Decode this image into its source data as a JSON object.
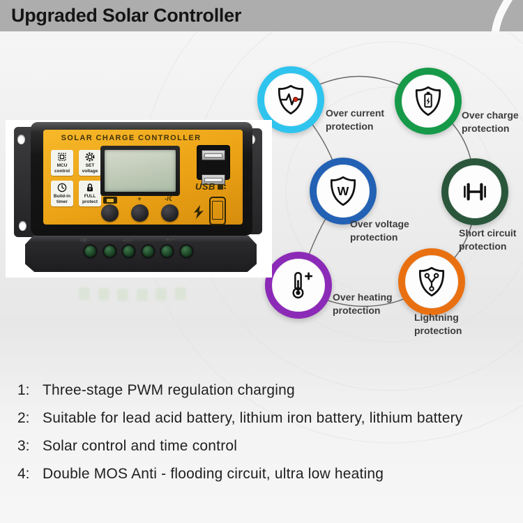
{
  "header": {
    "title": "Upgraded Solar Controller"
  },
  "photo": {
    "device_title": "SOLAR CHARGE CONTROLLER",
    "badges": [
      {
        "line1": "MCU",
        "line2": "control"
      },
      {
        "line1": "SET",
        "line2": "voltage"
      },
      {
        "line1": "Build-in",
        "line2": "timer"
      },
      {
        "line1": "FULL",
        "line2": "protect"
      }
    ],
    "usb_logo": "USB",
    "button_glyphs": {
      "plus": "+",
      "display": "-/☾"
    }
  },
  "protections": [
    {
      "label1": "Over current",
      "label2": "protection",
      "color": "#2fc4ee",
      "icon": "shield-pulse-icon"
    },
    {
      "label1": "Over charge",
      "label2": "protection",
      "color": "#169a49",
      "icon": "shield-battery-icon"
    },
    {
      "label1": "Over voltage",
      "label2": "protection",
      "color": "#2361b5",
      "icon": "shield-w-icon"
    },
    {
      "label1": "Short circuit",
      "label2": "protection",
      "color": "#2a573b",
      "icon": "short-circuit-icon"
    },
    {
      "label1": "Over heating",
      "label2": "protection",
      "color": "#8c2ab8",
      "icon": "thermometer-icon"
    },
    {
      "label1": "Lightning",
      "label2": "protection",
      "color": "#e97011",
      "icon": "shield-nodes-icon"
    }
  ],
  "features": [
    {
      "num": "1:",
      "text": "Three-stage PWM regulation charging"
    },
    {
      "num": "2:",
      "text": "Suitable for lead acid battery, lithium iron battery, lithium battery"
    },
    {
      "num": "3:",
      "text": "Solar control and time control"
    },
    {
      "num": "4:",
      "text": "Double MOS Anti - flooding circuit, ultra low heating"
    }
  ]
}
